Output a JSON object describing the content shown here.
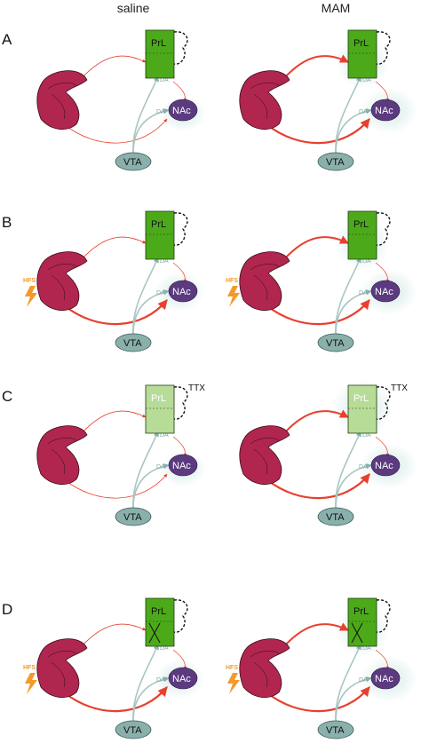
{
  "columns": [
    "saline",
    "MAM"
  ],
  "panels": [
    "A",
    "B",
    "C",
    "D"
  ],
  "labels": {
    "prl": "PrL",
    "nac": "NAc",
    "vta": "VTA",
    "da": "DA",
    "hfs": "HFS",
    "ttx": "TTX"
  },
  "colors": {
    "hippocampus": "#b0264f",
    "prl": "#4caa1a",
    "prl_inactivated": "#b6dc98",
    "nac": "#5c3a80",
    "vta": "#8ab0ac",
    "da_path": "#a8c6c2",
    "excitatory": "#e8402f",
    "hfs": "#f39a2a",
    "glow": "#cfe7e4"
  }
}
